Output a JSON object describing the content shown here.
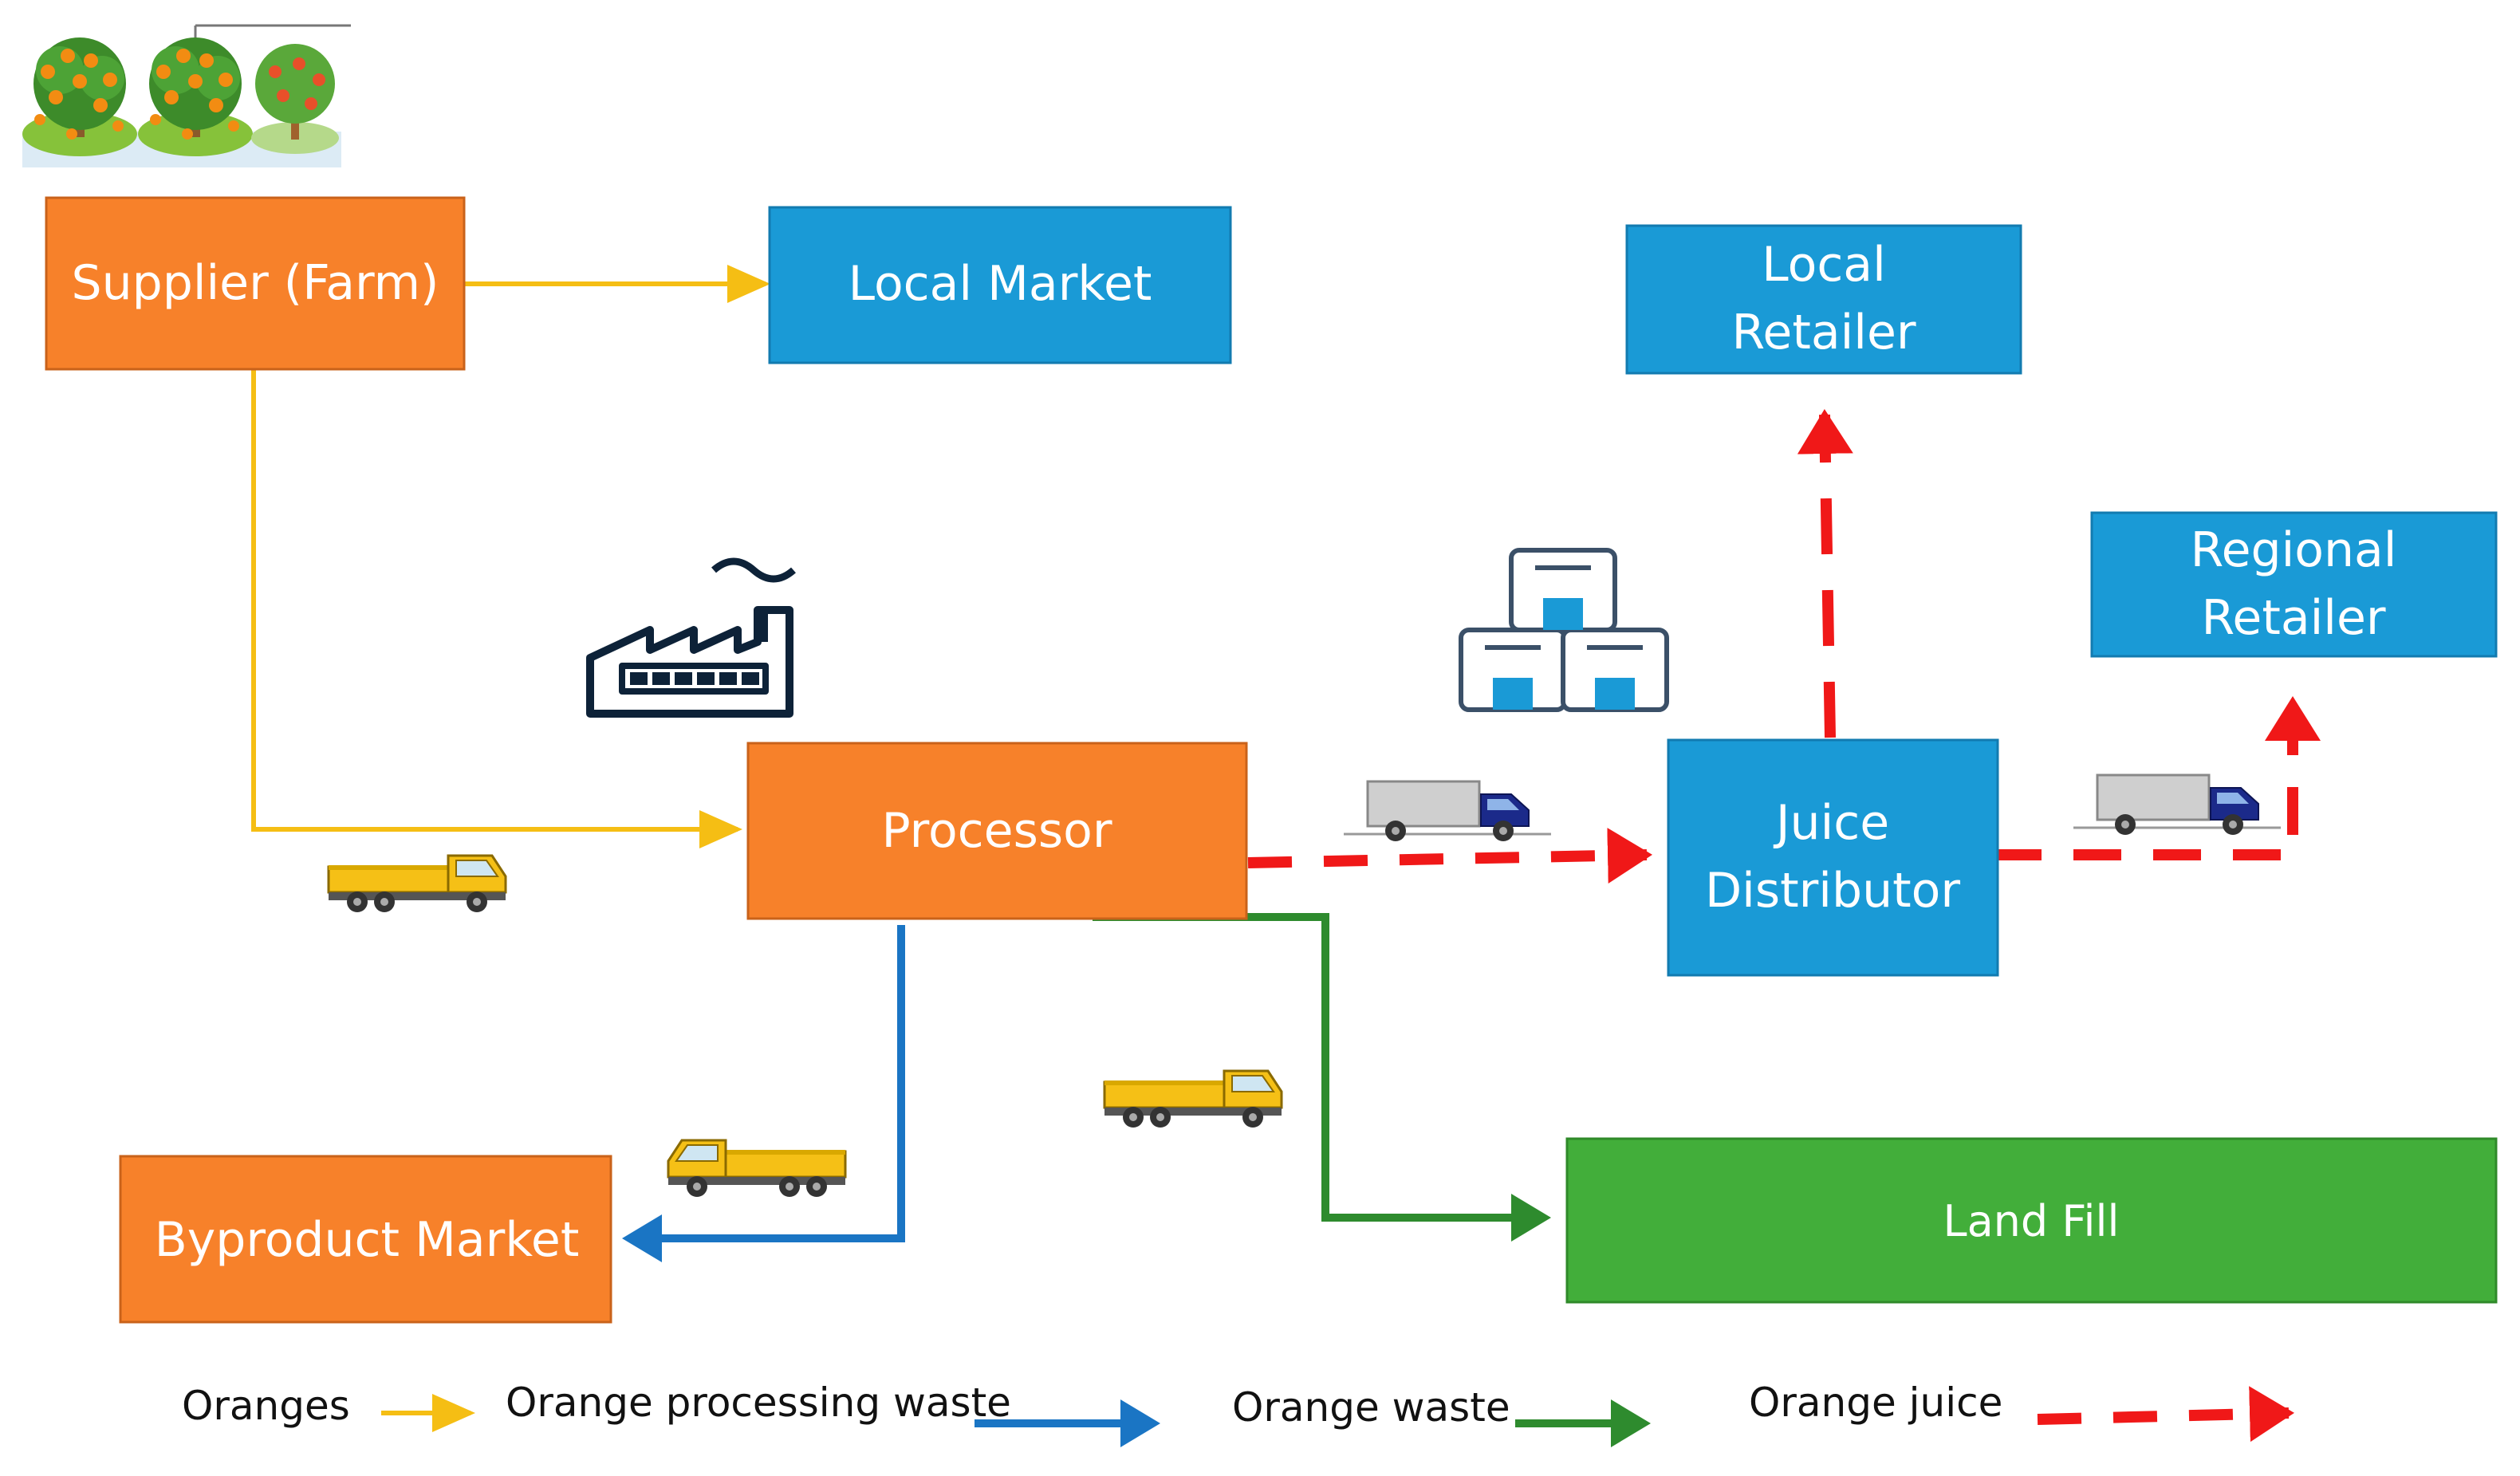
{
  "nodes": {
    "supplier": {
      "label": "Supplier (Farm)"
    },
    "local_market": {
      "label": "Local Market"
    },
    "local_retailer": {
      "lines": [
        "Local",
        "Retailer"
      ]
    },
    "regional_retailer": {
      "lines": [
        "Regional",
        "Retailer"
      ]
    },
    "processor": {
      "label": "Processor"
    },
    "juice_distributor": {
      "lines": [
        "Juice",
        "Distributor"
      ]
    },
    "byproduct_market": {
      "label": "Byproduct Market"
    },
    "land_fill": {
      "label": "Land Fill"
    }
  },
  "legend": {
    "oranges": "Oranges",
    "orange_processing_waste": "Orange processing waste",
    "orange_waste": "Orange waste",
    "orange_juice": "Orange juice"
  },
  "colors": {
    "orange_box": "#F7812A",
    "blue_box": "#1A9AD6",
    "green_box": "#42AE3A",
    "oranges_flow": "#F5BE14",
    "processing_waste_flow": "#1A75C4",
    "orange_waste_flow": "#2E8B2E",
    "juice_flow": "#F01818"
  },
  "icons": [
    "orange-tree-icon",
    "factory-icon",
    "warehouse-boxes-icon",
    "yellow-truck-icon",
    "delivery-truck-icon"
  ]
}
